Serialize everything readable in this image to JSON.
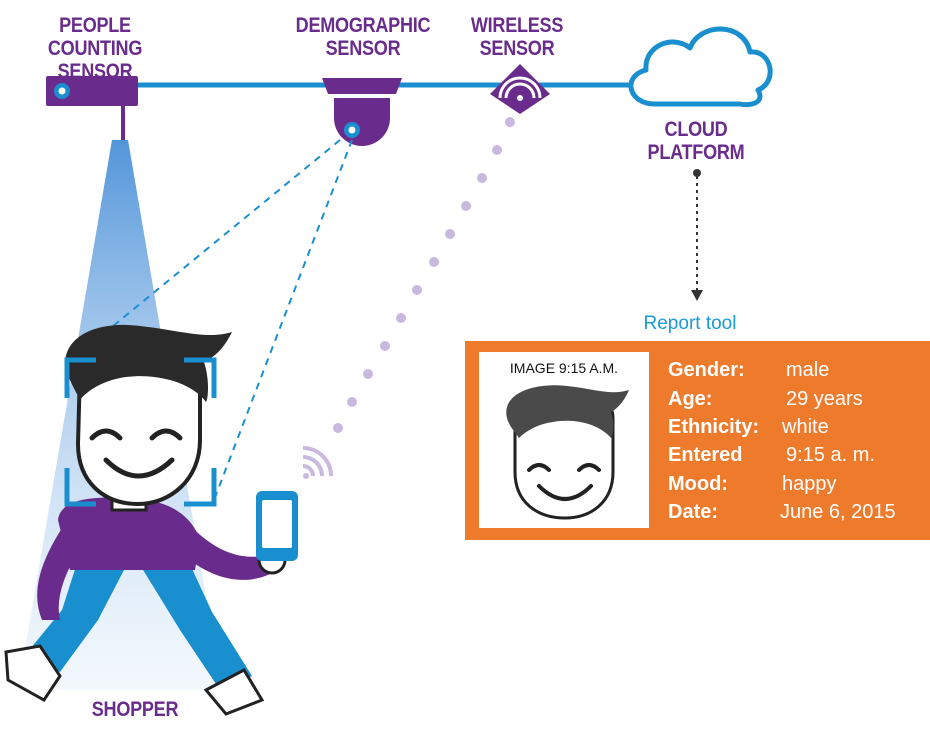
{
  "labels": {
    "people_counting_line1": "PEOPLE COUNTING",
    "people_counting_line2": "SENSOR",
    "demographic_line1": "DEMOGRAPHIC",
    "demographic_line2": "SENSOR",
    "wireless_line1": "WIRELESS",
    "wireless_line2": "SENSOR",
    "cloud_line1": "CLOUD",
    "cloud_line2": "PLATFORM",
    "shopper": "SHOPPER",
    "report_tool": "Report tool"
  },
  "report": {
    "image_caption": "IMAGE 9:15 A.M.",
    "fields": [
      {
        "key": "Gender:",
        "value": "male"
      },
      {
        "key": "Age:",
        "value": "29 years"
      },
      {
        "key": "Ethnicity:",
        "value": "white"
      },
      {
        "key": "Entered",
        "value": "9:15 a. m."
      },
      {
        "key": "Mood:",
        "value": "happy"
      },
      {
        "key": "Date:",
        "value": "June 6, 2015"
      }
    ]
  },
  "colors": {
    "purple": "#6a2c8c",
    "blue": "#1a8fd0",
    "orange": "#ee7a2c",
    "lavender": "#c9b8e0"
  }
}
